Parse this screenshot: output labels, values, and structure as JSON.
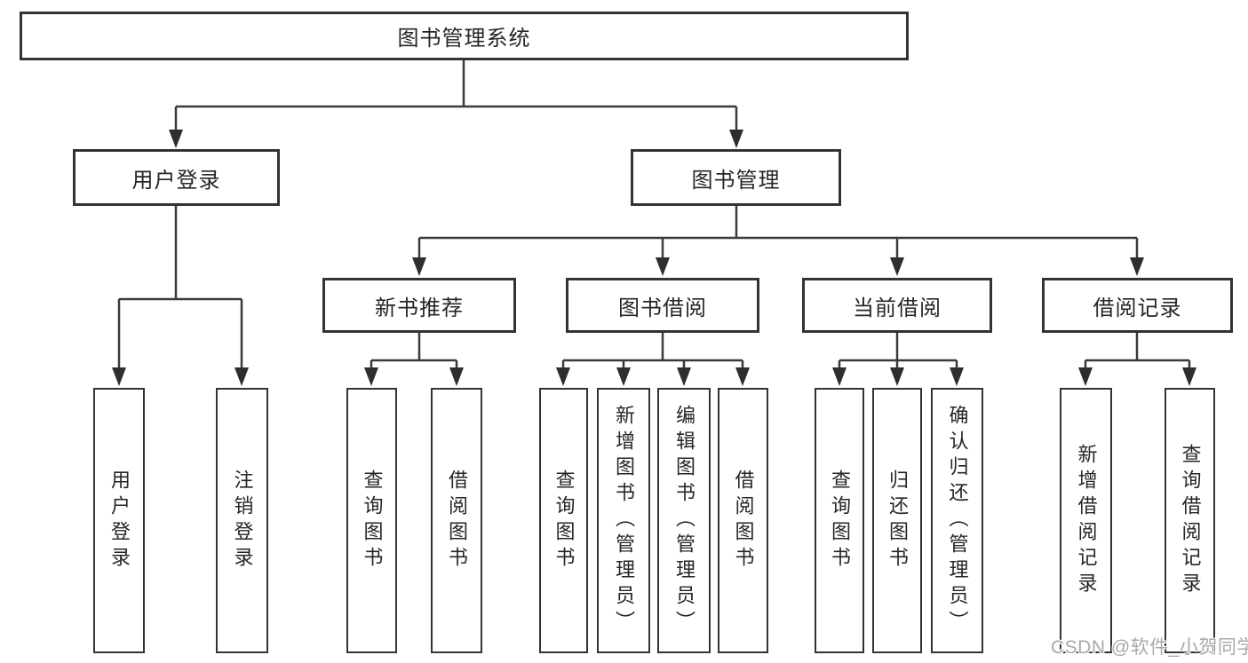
{
  "colors": {
    "line": "#3a3a3a",
    "box_border": "#333333",
    "text": "#262626",
    "watermark": "#a9a9a9",
    "background": "#ffffff"
  },
  "watermark": {
    "text": "CSDN @软件_小贺同学"
  },
  "tree": {
    "root": {
      "label": "图书管理系统",
      "children": [
        {
          "label": "用户登录",
          "children": [
            {
              "label": "用户登录"
            },
            {
              "label": "注销登录"
            }
          ]
        },
        {
          "label": "图书管理",
          "children": [
            {
              "label": "新书推荐",
              "children": [
                {
                  "label": "查询图书"
                },
                {
                  "label": "借阅图书"
                }
              ]
            },
            {
              "label": "图书借阅",
              "children": [
                {
                  "label": "查询图书"
                },
                {
                  "label": "新增图书（管理员）"
                },
                {
                  "label": "编辑图书（管理员）"
                },
                {
                  "label": "借阅图书"
                }
              ]
            },
            {
              "label": "当前借阅",
              "children": [
                {
                  "label": "查询图书"
                },
                {
                  "label": "归还图书"
                },
                {
                  "label": "确认归还（管理员）"
                }
              ]
            },
            {
              "label": "借阅记录",
              "children": [
                {
                  "label": "新增借阅记录"
                },
                {
                  "label": "查询借阅记录"
                }
              ]
            }
          ]
        }
      ]
    }
  }
}
